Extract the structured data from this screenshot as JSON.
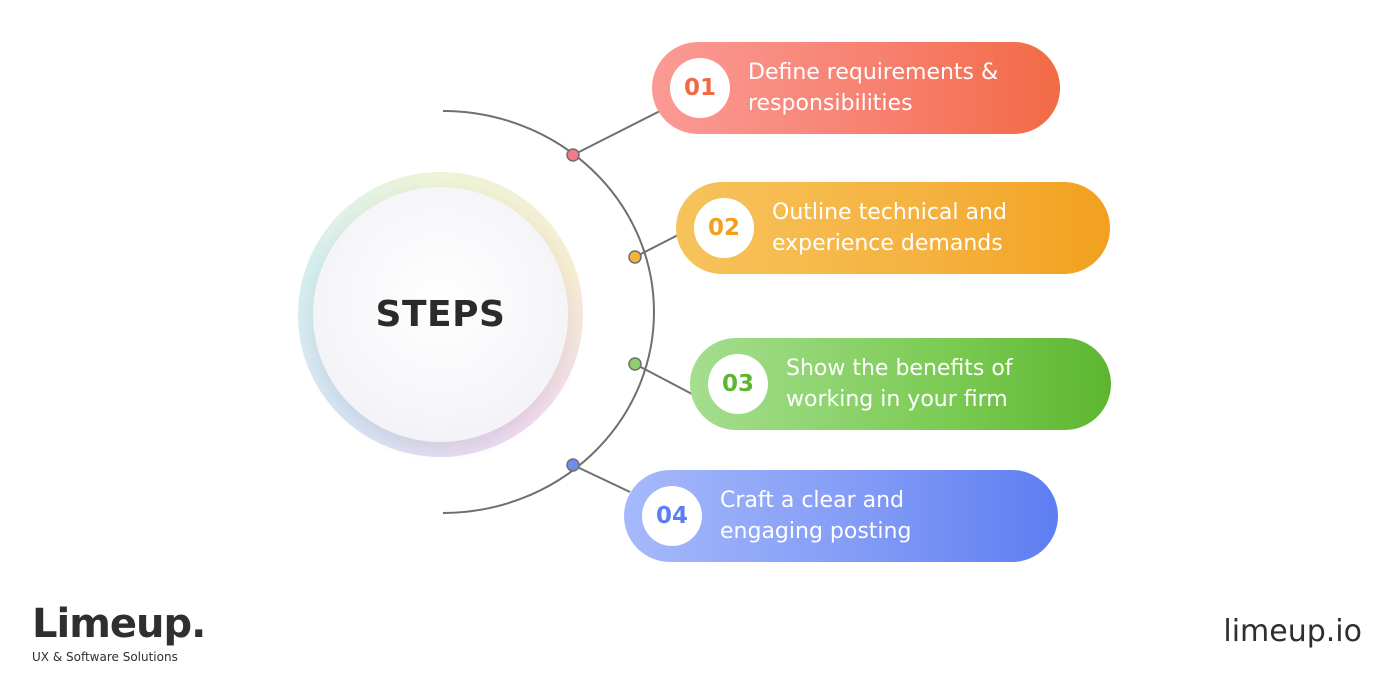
{
  "hub": {
    "label": "STEPS"
  },
  "steps": [
    {
      "number": "01",
      "text": "Define requirements &\nresponsibilities",
      "accent": "#f26a45",
      "dot": "#f07a86"
    },
    {
      "number": "02",
      "text": "Outline technical and\nexperience demands",
      "accent": "#f2a01e",
      "dot": "#f2b53a"
    },
    {
      "number": "03",
      "text": "Show the benefits of\nworking in your firm",
      "accent": "#5db62f",
      "dot": "#8fcf6a"
    },
    {
      "number": "04",
      "text": "Craft a clear and\nengaging posting",
      "accent": "#5d7ef1",
      "dot": "#6f8ee8"
    }
  ],
  "brand": {
    "name": "Limeup.",
    "tagline": "UX & Software Solutions",
    "site": "limeup.io"
  }
}
